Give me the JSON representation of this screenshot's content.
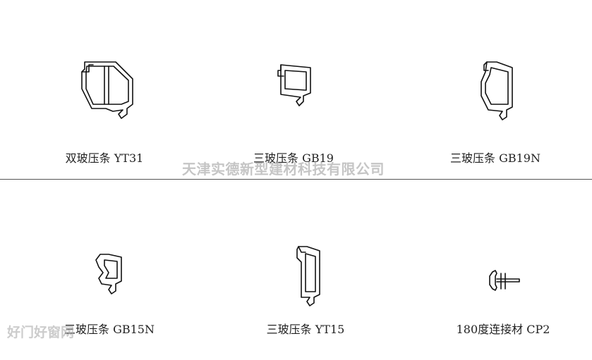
{
  "products": [
    {
      "caption": "双玻压条 YT31"
    },
    {
      "caption": "三玻压条 GB19"
    },
    {
      "caption": "三玻压条 GB19N"
    },
    {
      "caption": "三玻压条 GB15N"
    },
    {
      "caption": "三玻压条 YT15"
    },
    {
      "caption": "180度连接材 CP2"
    }
  ],
  "watermark": {
    "company": "天津实德新型建材科技有限公司",
    "site": "好门好窗网"
  }
}
